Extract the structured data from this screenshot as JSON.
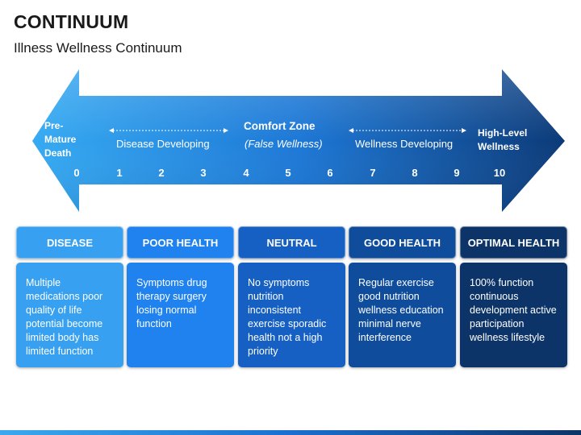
{
  "title": "CONTINUUM",
  "subtitle": "Illness Wellness Continuum",
  "arrow": {
    "left_label": "Pre-\nMature\nDeath",
    "right_label": "High-Level\nWellness",
    "center_title": "Comfort Zone",
    "center_sub": "(False Wellness)",
    "disease_label": "Disease Developing",
    "wellness_label": "Wellness Developing",
    "scale": [
      "0",
      "1",
      "2",
      "3",
      "4",
      "5",
      "6",
      "7",
      "8",
      "9",
      "10"
    ],
    "colors": {
      "start": "#36aaf2",
      "mid": "#1d78d6",
      "end": "#0c3a78"
    }
  },
  "columns": [
    {
      "heading": "DISEASE",
      "body": "Multiple medications poor quality of life potential become limited body has limited function",
      "color": "#37a0f0"
    },
    {
      "heading": "POOR HEALTH",
      "body": "Symptoms drug therapy surgery losing normal function",
      "color": "#1f82ee"
    },
    {
      "heading": "NEUTRAL",
      "body": "No symptoms nutrition inconsistent exercise sporadic health not a high priority",
      "color": "#1660c4"
    },
    {
      "heading": "GOOD HEALTH",
      "body": "Regular exercise good nutrition wellness education minimal nerve interference",
      "color": "#0f4c9c"
    },
    {
      "heading": "OPTIMAL HEALTH",
      "body": "100% function continuous development active participation wellness lifestyle",
      "color": "#0d3468"
    }
  ]
}
